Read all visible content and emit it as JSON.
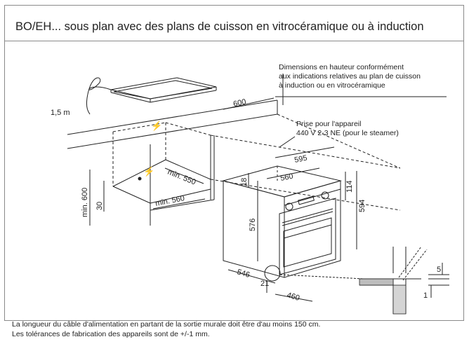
{
  "title": "BO/EH... sous plan avec des plans de cuisson en vitrocéramique ou à induction",
  "notes": {
    "height_note": [
      "Dimensions en hauteur conformément",
      "aux indications relatives au plan de cuisson",
      "à induction ou en vitrocéramique"
    ],
    "socket_note": [
      "Prise pour l'appareil",
      "440 V 2-3 NE (pour le steamer)"
    ]
  },
  "dimensions": {
    "cable": "1,5 m",
    "worktop_depth": "600",
    "niche_height": "min. 600",
    "socket_height": "30",
    "niche_depth": "min. 550",
    "niche_width": "min. 560",
    "oven_width": "595",
    "oven_inner_width": "560",
    "oven_front_height": "594",
    "oven_top": "114",
    "oven_body_height": "576",
    "oven_top_left": "18",
    "oven_depth": "546",
    "door_offset": "21",
    "depth_460": "460",
    "detail_5": "5",
    "detail_1": "1"
  },
  "footer": [
    "La longueur du câble d'alimentation en partant de la sortie murale doit être d'au moins 150 cm.",
    "Les tolérances de fabrication des appareils sont de +/-1 mm."
  ]
}
